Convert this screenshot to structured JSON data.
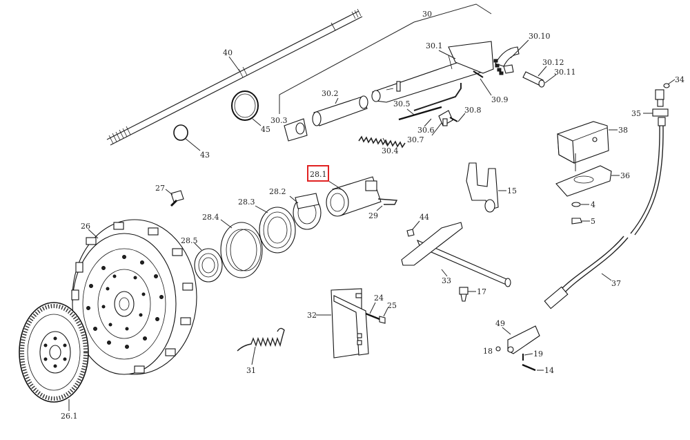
{
  "diagram": {
    "highlight_color": "#e02020",
    "highlighted_part": "28.1",
    "labels": {
      "l30": "30",
      "l30_1": "30.1",
      "l30_2": "30.2",
      "l30_3": "30.3",
      "l30_4": "30.4",
      "l30_5": "30.5",
      "l30_6": "30.6",
      "l30_7": "30.7",
      "l30_8": "30.8",
      "l30_9": "30.9",
      "l30_10": "30.10",
      "l30_11": "30.11",
      "l30_12": "30.12",
      "l40": "40",
      "l45": "45",
      "l43": "43",
      "l34": "34",
      "l35": "35",
      "l38": "38",
      "l36": "36",
      "l4": "4",
      "l5": "5",
      "l15": "15",
      "l27": "27",
      "l28_1": "28.1",
      "l28_2": "28.2",
      "l28_3": "28.3",
      "l28_4": "28.4",
      "l28_5": "28.5",
      "l29": "29",
      "l26": "26",
      "l26_1": "26.1",
      "l44": "44",
      "l33": "33",
      "l17": "17",
      "l37": "37",
      "l32": "32",
      "l24": "24",
      "l25": "25",
      "l31": "31",
      "l49": "49",
      "l18": "18",
      "l19": "19",
      "l14": "14"
    }
  }
}
